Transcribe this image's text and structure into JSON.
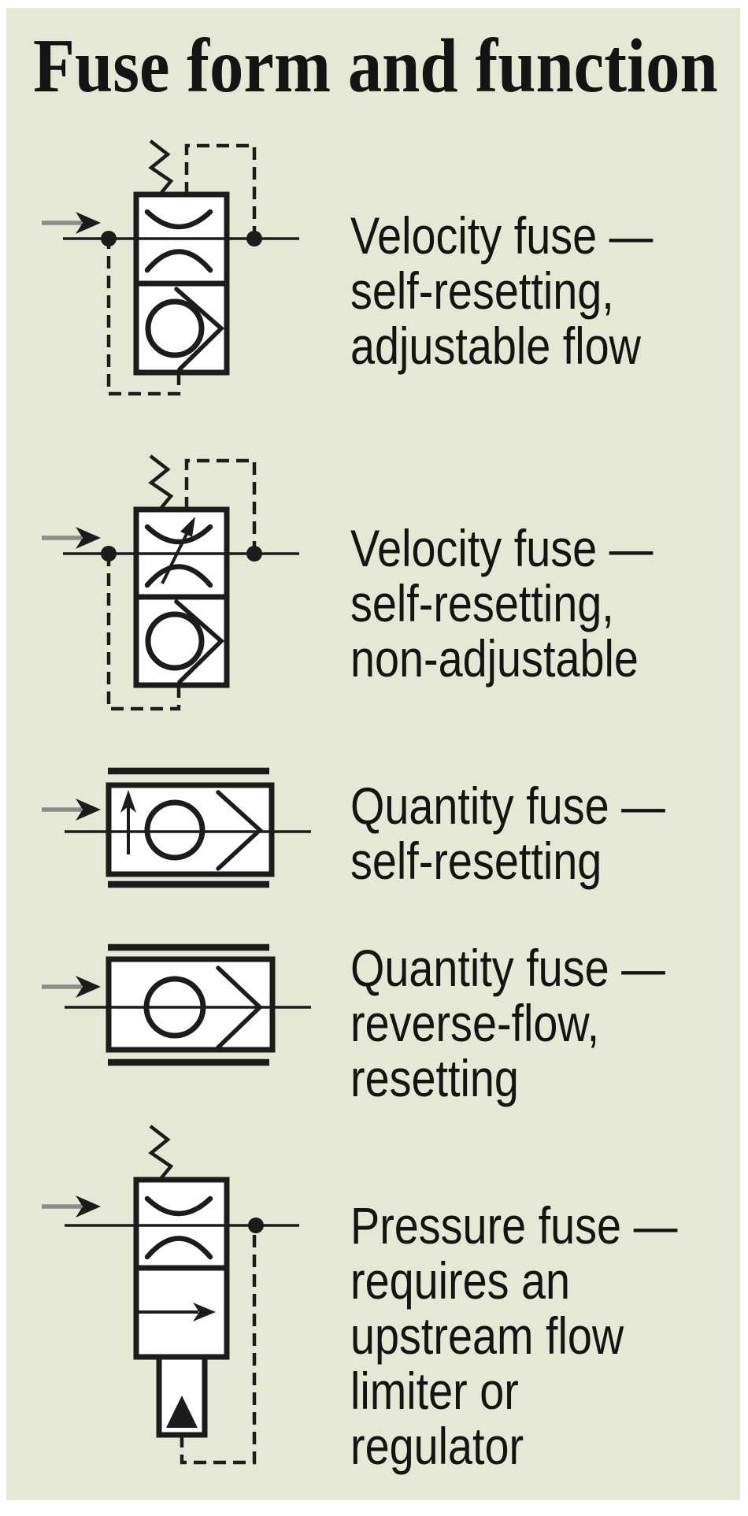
{
  "title": "Fuse form and function",
  "colors": {
    "panel_bg": "#e4e9d6",
    "line": "#1c1c1c",
    "arrow_gray": "#8b8b8b",
    "text": "#141414"
  },
  "rows": [
    {
      "symbol": "velocity-fuse-adjustable",
      "label": "Velocity fuse —\nself-resetting,\nadjustable flow"
    },
    {
      "symbol": "velocity-fuse-non-adjustable",
      "label": "Velocity fuse —\nself-resetting,\nnon-adjustable"
    },
    {
      "symbol": "quantity-fuse-self-resetting",
      "label": "Quantity fuse —\nself-resetting"
    },
    {
      "symbol": "quantity-fuse-reverse-flow",
      "label": "Quantity fuse —\nreverse-flow,\nresetting"
    },
    {
      "symbol": "pressure-fuse",
      "label": "Pressure fuse —\nrequires an\nupstream flow\nlimiter or regulator"
    }
  ]
}
